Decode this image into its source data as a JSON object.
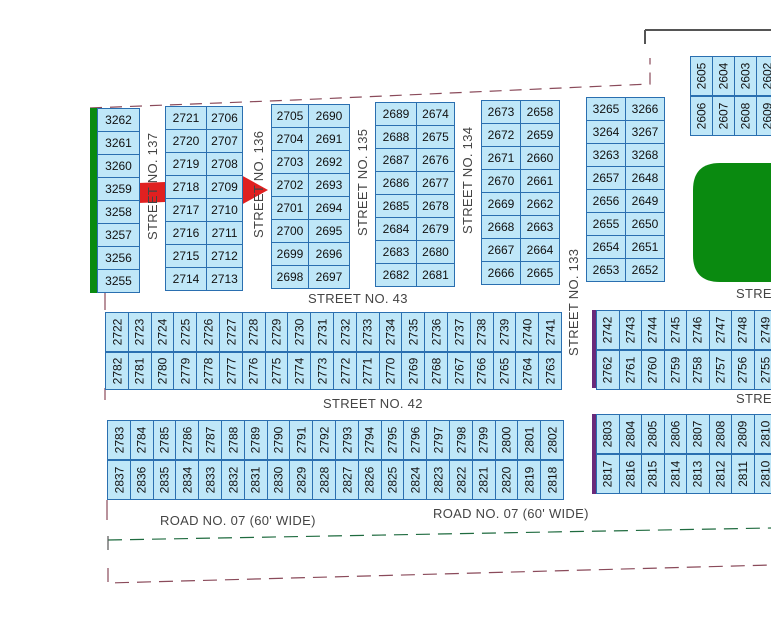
{
  "colors": {
    "plot_fill": "#bfe7f8",
    "plot_border": "#2a6fb0",
    "park": "#0a8a10",
    "arrow": "#e02020",
    "boundary": "#8a4a5a"
  },
  "streets": {
    "s137": "STREET NO. 137",
    "s136": "STREET NO. 136",
    "s135": "STREET NO. 135",
    "s134": "STREET NO. 134",
    "s133": "STREET NO. 133",
    "s43": "STREET NO. 43",
    "s42": "STREET NO. 42",
    "s_right1": "STREE",
    "s_right2": "STREE",
    "road1": "ROAD NO. 07 (60' WIDE)",
    "road2": "ROAD NO. 07 (60' WIDE)"
  },
  "blocks": {
    "b1": [
      "3262",
      "3261",
      "3260",
      "3259",
      "3258",
      "3257",
      "3256",
      "3255"
    ],
    "b2a": [
      "2721",
      "2720",
      "2719",
      "2718",
      "2717",
      "2716",
      "2715",
      "2714"
    ],
    "b2b": [
      "2706",
      "2707",
      "2708",
      "2709",
      "2710",
      "2711",
      "2712",
      "2713"
    ],
    "b3a": [
      "2705",
      "2704",
      "2703",
      "2702",
      "2701",
      "2700",
      "2699",
      "2698"
    ],
    "b3b": [
      "2690",
      "2691",
      "2692",
      "2693",
      "2694",
      "2695",
      "2696",
      "2697"
    ],
    "b4a": [
      "2689",
      "2688",
      "2687",
      "2686",
      "2685",
      "2684",
      "2683",
      "2682"
    ],
    "b4b": [
      "2674",
      "2675",
      "2676",
      "2677",
      "2678",
      "2679",
      "2680",
      "2681"
    ],
    "b5a": [
      "2673",
      "2672",
      "2671",
      "2670",
      "2669",
      "2668",
      "2667",
      "2666"
    ],
    "b5b": [
      "2658",
      "2659",
      "2660",
      "2661",
      "2662",
      "2663",
      "2664",
      "2665"
    ],
    "b6a": [
      "3265",
      "3264",
      "3263",
      "2657",
      "2656",
      "2655",
      "2654",
      "2653"
    ],
    "b6b": [
      "3266",
      "3267",
      "3268",
      "2648",
      "2649",
      "2650",
      "2651",
      "2652"
    ],
    "top_right_top": [
      "2605",
      "2604",
      "2603",
      "2602"
    ],
    "top_right_bot": [
      "2606",
      "2607",
      "2608",
      "2609"
    ],
    "row43_top": [
      "2722",
      "2723",
      "2724",
      "2725",
      "2726",
      "2727",
      "2728",
      "2729",
      "2730",
      "2731",
      "2732",
      "2733",
      "2734",
      "2735",
      "2736",
      "2737",
      "2738",
      "2739",
      "2740",
      "2741"
    ],
    "row43_bot": [
      "2782",
      "2781",
      "2780",
      "2779",
      "2778",
      "2777",
      "2776",
      "2775",
      "2774",
      "2773",
      "2772",
      "2771",
      "2770",
      "2769",
      "2768",
      "2767",
      "2766",
      "2765",
      "2764",
      "2763"
    ],
    "right43_top": [
      "2742",
      "2743",
      "2744",
      "2745",
      "2746",
      "2747",
      "2748",
      "2749"
    ],
    "right43_bot": [
      "2762",
      "2761",
      "2760",
      "2759",
      "2758",
      "2757",
      "2756",
      "2755"
    ],
    "row42_top": [
      "2783",
      "2784",
      "2785",
      "2786",
      "2787",
      "2788",
      "2789",
      "2790",
      "2791",
      "2792",
      "2793",
      "2794",
      "2795",
      "2796",
      "2797",
      "2798",
      "2799",
      "2800",
      "2801",
      "2802"
    ],
    "row42_bot": [
      "2837",
      "2836",
      "2835",
      "2834",
      "2833",
      "2832",
      "2831",
      "2830",
      "2829",
      "2828",
      "2827",
      "2826",
      "2825",
      "2824",
      "2823",
      "2822",
      "2821",
      "2820",
      "2819",
      "2818"
    ],
    "right42_top": [
      "2803",
      "2804",
      "2805",
      "2806",
      "2807",
      "2808",
      "2809",
      "2810"
    ],
    "right42_bot": [
      "2817",
      "2816",
      "2815",
      "2814",
      "2813",
      "2812",
      "2811",
      "2810"
    ]
  }
}
